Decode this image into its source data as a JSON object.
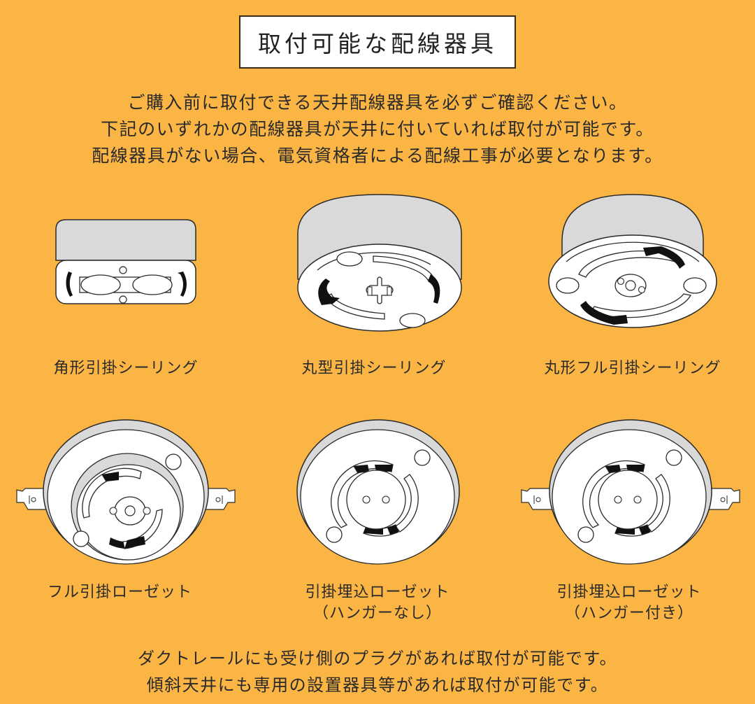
{
  "title": "取付可能な配線器具",
  "intro": {
    "lines": [
      "ご購入前に取付できる天井配線器具を必ずご確認ください。",
      "下記のいずれかの配線器具が天井に付いていれば取付が可能です。",
      "配線器具がない場合、電気資格者による配線工事が必要となります。"
    ]
  },
  "fixtures": [
    {
      "id": "square-hook-ceiling",
      "label": "角形引掛シーリング",
      "sublabel": ""
    },
    {
      "id": "round-hook-ceiling",
      "label": "丸型引掛シーリング",
      "sublabel": ""
    },
    {
      "id": "round-full-hook-ceiling",
      "label": "丸形フル引掛シーリング",
      "sublabel": ""
    },
    {
      "id": "full-hook-rosette",
      "label": "フル引掛ローゼット",
      "sublabel": ""
    },
    {
      "id": "embedded-rosette-no-hanger",
      "label": "引掛埋込ローゼット",
      "sublabel": "（ハンガーなし）"
    },
    {
      "id": "embedded-rosette-with-hanger",
      "label": "引掛埋込ローゼット",
      "sublabel": "（ハンガー付き）"
    }
  ],
  "footer": {
    "lines": [
      "ダクトレールにも受け側のプラグがあれば取付が可能です。",
      "傾斜天井にも専用の設置器具等があれば取付が可能です。"
    ]
  },
  "colors": {
    "background": "#fbb545",
    "fixture_body": "#d9d9d9",
    "fixture_face": "#ffffff",
    "outline": "#2a2a2a",
    "terminal": "#111111"
  }
}
